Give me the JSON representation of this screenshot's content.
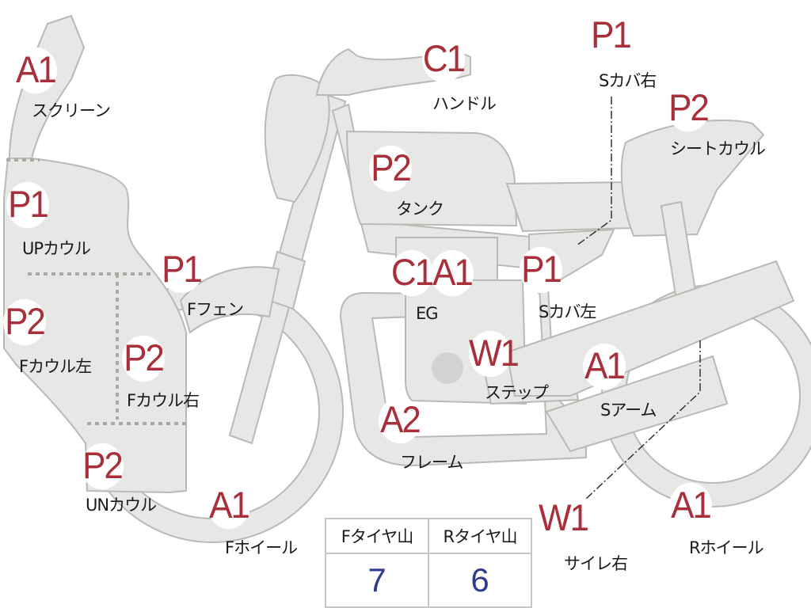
{
  "badges": {
    "screen": "A1",
    "handle": "C1",
    "scover_right": "P1",
    "seat_cowl": "P2",
    "tank": "P2",
    "up_cowl": "P1",
    "f_fender": "P1",
    "engine_c": "C1",
    "engine_a": "A1",
    "scover_left": "P1",
    "f_cowl_left": "P2",
    "f_cowl_right": "P2",
    "step": "W1",
    "swingarm": "A1",
    "frame": "A2",
    "un_cowl": "P2",
    "f_wheel": "A1",
    "muffler_right": "W1",
    "r_wheel": "A1"
  },
  "labels": {
    "screen": "スクリーン",
    "handle": "ハンドル",
    "scover_right": "Sカバ右",
    "seat_cowl": "シートカウル",
    "tank": "タンク",
    "up_cowl": "UPカウル",
    "f_fender": "Fフェン",
    "engine": "EG",
    "scover_left": "Sカバ左",
    "f_cowl_left": "Fカウル左",
    "f_cowl_right": "Fカウル右",
    "step": "ステップ",
    "swingarm": "Sアーム",
    "frame": "フレーム",
    "un_cowl": "UNカウル",
    "f_wheel": "Fホイール",
    "muffler_right": "サイレ右",
    "r_wheel": "Rホイール"
  },
  "tire_table": {
    "front_header": "Fタイヤ山",
    "rear_header": "Rタイヤ山",
    "front_value": "7",
    "rear_value": "6"
  }
}
